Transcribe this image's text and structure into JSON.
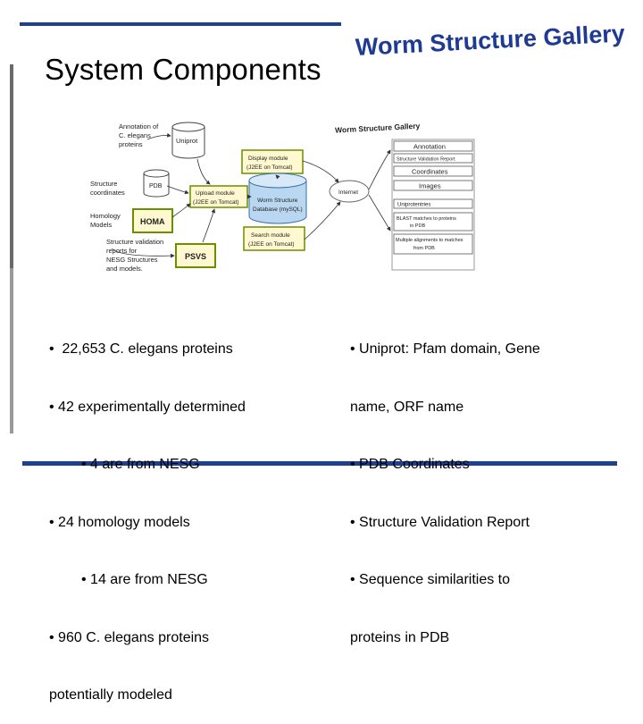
{
  "slide": {
    "logo_text": "Worm Structure Gallery",
    "title": "System Components",
    "left_bullets": [
      "•  22,653 C. elegans proteins",
      "• 42 experimentally determined",
      "• 4 are from NESG",
      "• 24 homology models",
      "• 14 are from NESG",
      "• 960 C. elegans proteins",
      "potentially modeled"
    ],
    "right_bullets": [
      "• Uniprot: Pfam domain, Gene",
      "name, ORF name",
      "• PDB Coordinates",
      "• Structure Validation Report",
      "• Sequence similarities to",
      "proteins in PDB"
    ]
  },
  "diagram": {
    "left_labels": {
      "annotation_1": "Annotation of",
      "annotation_2": "C. elegans",
      "annotation_3": "proteins",
      "coords_1": "Structure",
      "coords_2": "coordinates",
      "homology_1": "Homology",
      "homology_2": "Models",
      "validation_1": "Structure validation",
      "validation_2": "reports for",
      "validation_3": "NESG Structures",
      "validation_4": "and models."
    },
    "sources": {
      "uniprot": "Uniprot",
      "pdb": "PDB",
      "homa": "HOMA",
      "psvs": "PSVS"
    },
    "modules": {
      "display_1": "Display module",
      "display_2": "(J2EE on Tomcat)",
      "upload_1": "Upload module",
      "upload_2": "(J2EE on Tomcat)",
      "db_1": "Worm Structure",
      "db_2": "Database (mySQL)",
      "search_1": "Search module",
      "search_2": "(J2EE on Tomcat)",
      "internet": "Internet"
    },
    "gallery_title": "Worm Structure Gallery",
    "gallery_items": {
      "annotation": "Annotation",
      "validation_report": "Structure Validation Report",
      "coordinates": "Coordinates",
      "images": "Images",
      "uniprotentries": "Uniprotentries",
      "blast_1": "BLAST matches to proteins",
      "blast_2": "in PDB",
      "multi_1": "Multiple alignments to matches",
      "multi_2": "from PDB"
    }
  }
}
